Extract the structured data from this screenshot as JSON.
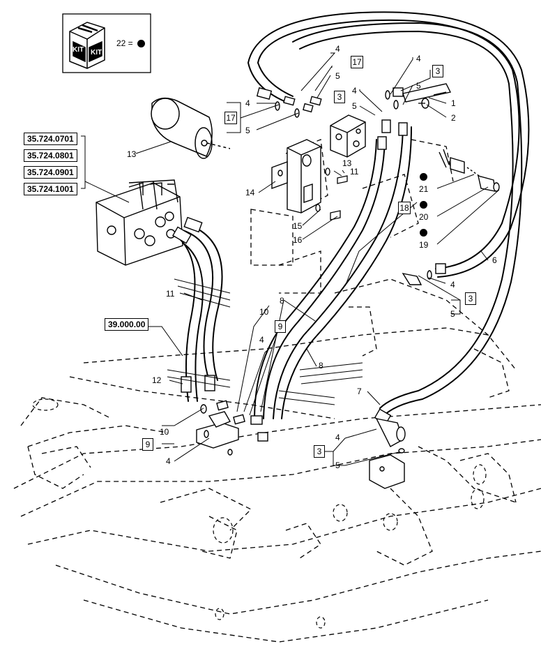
{
  "kit_legend": {
    "kit_text_1": "KIT",
    "kit_text_2": "KIT",
    "text": "22 ="
  },
  "references": [
    "35.724.0701",
    "35.724.0801",
    "35.724.0901",
    "35.724.1001",
    "39.000.00"
  ],
  "boxed_callouts": {
    "b17_top": "17",
    "b17_left": "17",
    "b3_top": "3",
    "b3_mid": "3",
    "b18": "18",
    "b9_mid": "9",
    "b9_low": "9",
    "b3_right": "3",
    "b3_bottom": "3"
  },
  "callouts": {
    "c1": "1",
    "c2": "2",
    "c4a": "4",
    "c5a": "5",
    "c4b": "4",
    "c5b": "5",
    "c4c": "4",
    "c5c": "5",
    "c4d": "4",
    "c5d": "5",
    "c13a": "13",
    "c13b": "13",
    "c11a": "11",
    "c14": "14",
    "c15": "15",
    "c16": "16",
    "c21": "21",
    "c20": "20",
    "c19": "19",
    "c6": "6",
    "c4e": "4",
    "c5e": "5",
    "c11b": "11",
    "c10a": "10",
    "c8a": "8",
    "c4f": "4",
    "c12": "12",
    "c8b": "8",
    "c7": "7",
    "c10b": "10",
    "c4g": "4",
    "c4h": "4",
    "c5f": "5"
  },
  "colors": {
    "line": "#000000",
    "hose_fill": "#ffffff",
    "background": "#ffffff"
  }
}
